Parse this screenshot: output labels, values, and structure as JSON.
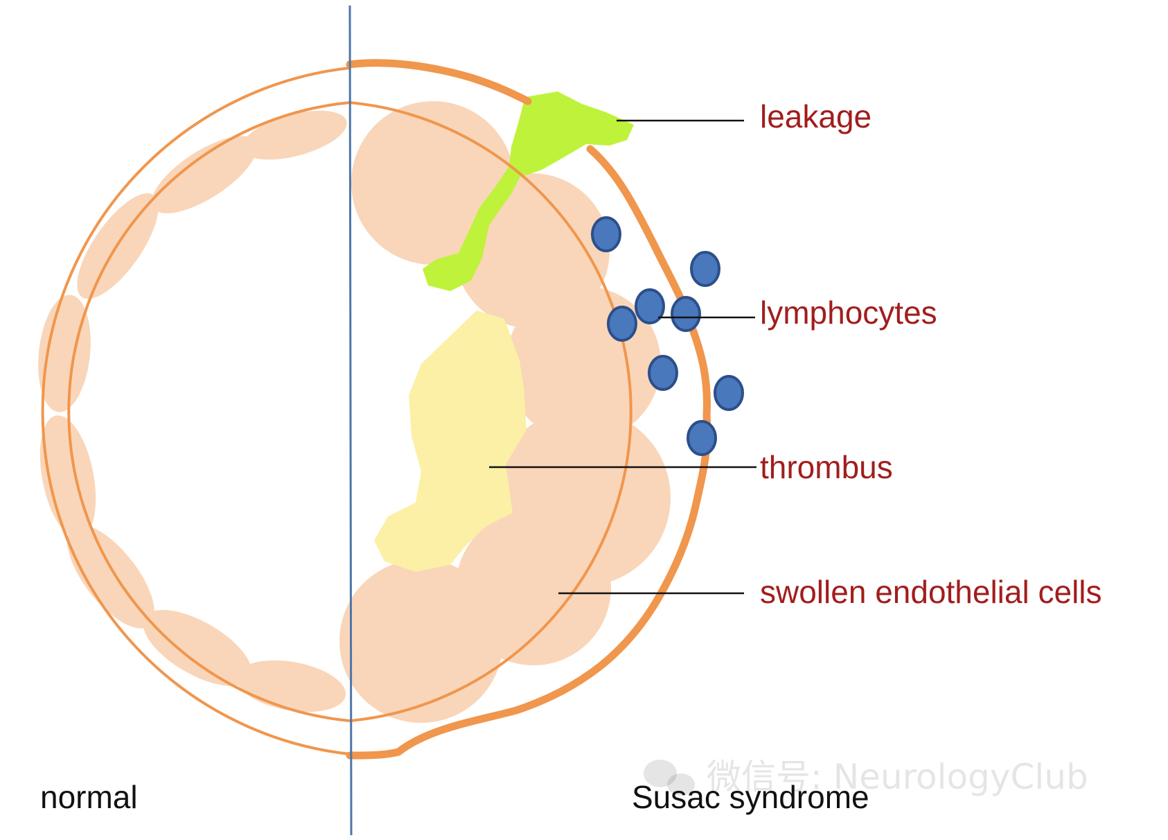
{
  "labels": {
    "leakage": "leakage",
    "lymphocytes": "lymphocytes",
    "thrombus": "thrombus",
    "swollen_cells": "swollen endothelial cells"
  },
  "sides": {
    "normal": "normal",
    "susac": "Susac syndrome"
  },
  "watermark": "微信号: NeurologyClub",
  "colors": {
    "vessel_wall": "#f0964d",
    "endothelial_cell": "#f9d6b9",
    "leakage": "#bff23a",
    "thrombus": "#fbf0a6",
    "lymphocyte_fill": "#4a78bd",
    "lymphocyte_stroke": "#2c4f8a",
    "divider": "#4d76a8",
    "label_text": "#a21d1d"
  }
}
